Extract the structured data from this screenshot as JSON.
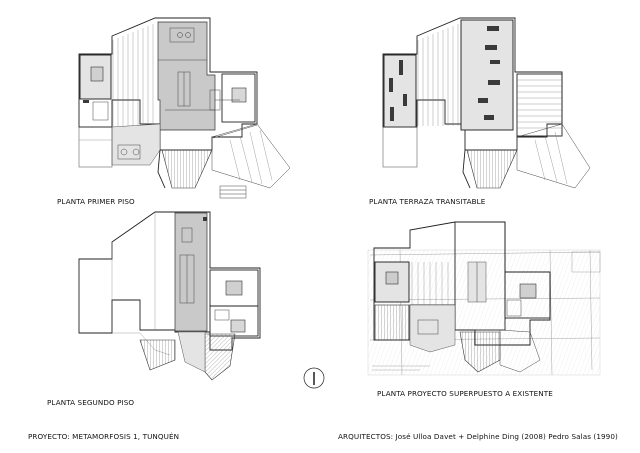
{
  "sheet": {
    "plans": [
      {
        "label": "PLANTA PRIMER PISO"
      },
      {
        "label": "PLANTA TERRAZA TRANSITABLE"
      },
      {
        "label": "PLANTA SEGUNDO PISO"
      },
      {
        "label": "PLANTA PROYECTO SUPERPUESTO A EXISTENTE"
      }
    ],
    "project": "PROYECTO: METAMORFOSIS 1, TUNQUÉN",
    "architects": "ARQUITECTOS:  José Ulloa Davet + Delphine Ding (2008) Pedro Salas (1990)"
  }
}
